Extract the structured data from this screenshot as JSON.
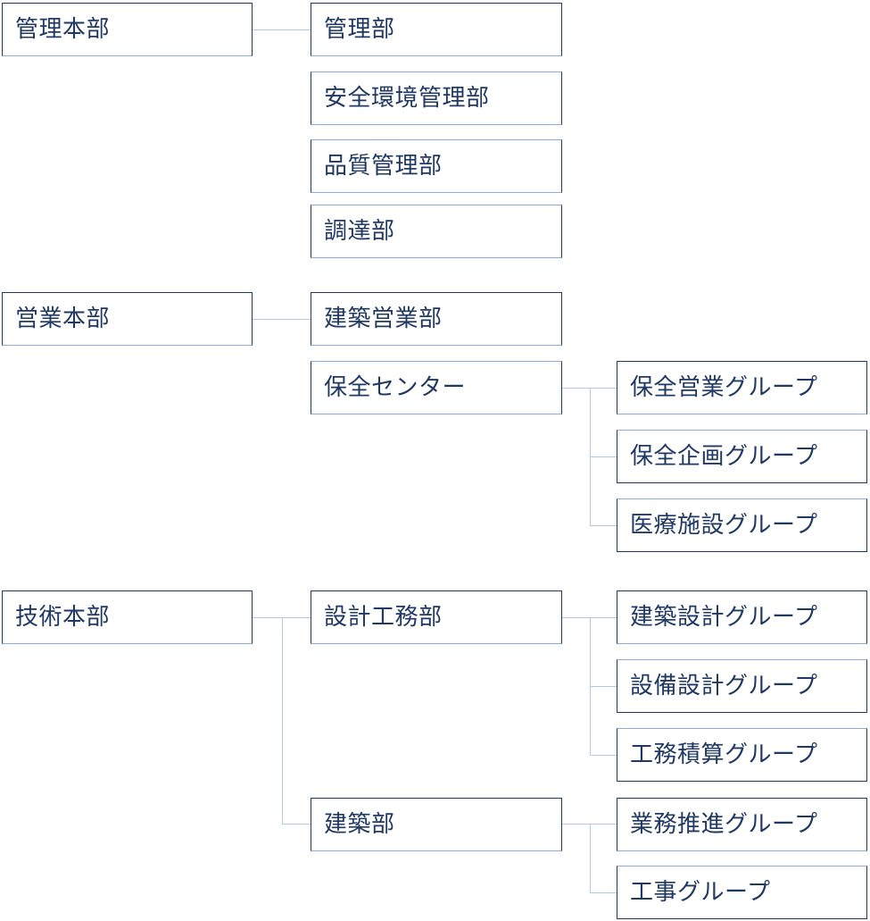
{
  "chart_title": "",
  "theme": {
    "background": "#ffffff",
    "text_color": "#1F3864",
    "border_color": "#8FAADC",
    "border_accent_color": "#1F3864",
    "connector_color": "#B4C7E7"
  },
  "divisions": [
    {
      "id": "kanri",
      "label": "管理本部",
      "departments": [
        {
          "id": "kanri-bu",
          "label": "管理部",
          "groups": []
        },
        {
          "id": "anzen-kankyo",
          "label": "安全環境管理部",
          "groups": []
        },
        {
          "id": "hinshitsu",
          "label": "品質管理部",
          "groups": []
        },
        {
          "id": "chotatsu",
          "label": "調達部",
          "groups": []
        }
      ]
    },
    {
      "id": "eigyo",
      "label": "営業本部",
      "departments": [
        {
          "id": "kenchiku-eigyo",
          "label": "建築営業部",
          "groups": []
        },
        {
          "id": "hozen-center",
          "label": "保全センター",
          "groups": [
            {
              "id": "hozen-eigyo",
              "label": "保全営業グループ"
            },
            {
              "id": "hozen-kikaku",
              "label": "保全企画グループ"
            },
            {
              "id": "iryo-shisetsu",
              "label": "医療施設グループ"
            }
          ]
        }
      ]
    },
    {
      "id": "gijutsu",
      "label": "技術本部",
      "departments": [
        {
          "id": "sekkei-komu",
          "label": "設計工務部",
          "groups": [
            {
              "id": "kenchiku-sekkei",
              "label": "建築設計グループ"
            },
            {
              "id": "setsubi-sekkei",
              "label": "設備設計グループ"
            },
            {
              "id": "komu-sekisan",
              "label": "工務積算グループ"
            }
          ]
        },
        {
          "id": "kenchiku-bu",
          "label": "建築部",
          "groups": [
            {
              "id": "gyomu-suishin",
              "label": "業務推進グループ"
            },
            {
              "id": "koji",
              "label": "工事グループ"
            }
          ]
        }
      ]
    }
  ],
  "nodes": {
    "kanri_honbu": "管理本部",
    "kanri_bu": "管理部",
    "anzen_kankyo_kanri_bu": "安全環境管理部",
    "hinshitsu_kanri_bu": "品質管理部",
    "chotatsu_bu": "調達部",
    "eigyo_honbu": "営業本部",
    "kenchiku_eigyo_bu": "建築営業部",
    "hozen_center": "保全センター",
    "hozen_eigyo_group": "保全営業グループ",
    "hozen_kikaku_group": "保全企画グループ",
    "iryo_shisetsu_group": "医療施設グループ",
    "gijutsu_honbu": "技術本部",
    "sekkei_komu_bu": "設計工務部",
    "kenchiku_sekkei_group": "建築設計グループ",
    "setsubi_sekkei_group": "設備設計グループ",
    "komu_sekisan_group": "工務積算グループ",
    "kenchiku_bu": "建築部",
    "gyomu_suishin_group": "業務推進グループ",
    "koji_group": "工事グループ"
  }
}
